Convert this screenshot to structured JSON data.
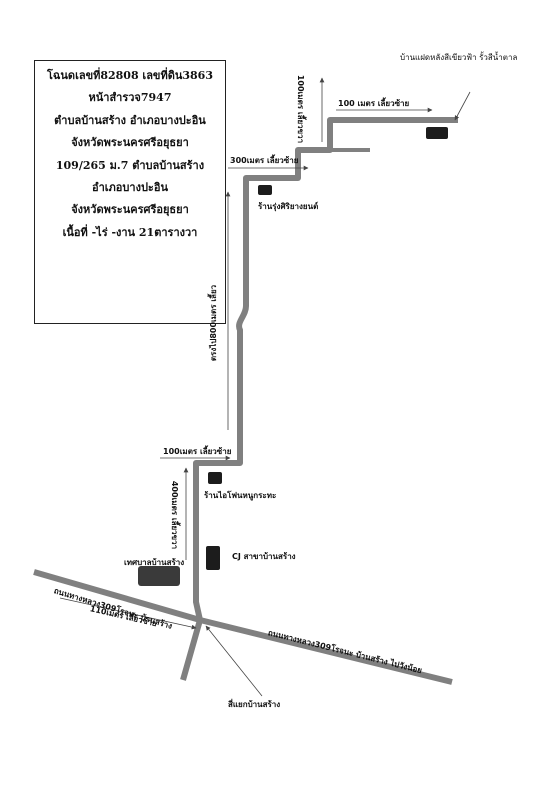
{
  "info": {
    "title": "โฉนดเลขที่82808 เลขที่ดิน3863",
    "survey_page": "หน้าสำรวจ7947",
    "subdistrict": "ตำบลบ้านสร้าง อำเภอบางปะอิน",
    "province": "จังหวัดพระนครศรีอยุธยา",
    "address": "109/265 ม.7 ตำบลบ้านสร้าง",
    "district": "อำเภอบางปะอิน",
    "province2": "จังหวัดพระนครศรีอยุธยา",
    "area": "เนื้อที่ -ไร่ -งาน 21ตารางวา"
  },
  "labels": {
    "destination": "บ้านแฝดหลังสีเขียวฟ้า รั้วสีน้ำตาล",
    "left_100_top": "100 เมตร เลี้ยวซ้าย",
    "right_100_vertical": "100เมตร เลี้ยวขวา",
    "left_300": "300เมตร เลี้ยวซ้าย",
    "shop_rungsiri": "ร้านรุ่งศิริยางยนต์",
    "straight_800": "ตรงไป800เมตร เลี้ยว",
    "left_100_mid": "100เมตร เลี้ยวซ้าย",
    "shop_iphone": "ร้านไอโฟนหนูกระทะ",
    "right_400_vertical": "400เมตร เลี้ยวขวา",
    "cj_store": "CJ สาขาบ้านสร้าง",
    "municipality": "เทศบาลบ้านสร้าง",
    "road_left": "ถนนทางหลวง309โรจนะ บ้านสร้าง",
    "left_110": "110เมตร เลี้ยวซ้าย",
    "road_right": "ถนนทางหลวง309โรจนะ บ้านสร้าง ไปวังน้อย",
    "intersection": "สี่แยกบ้านสร้าง"
  },
  "colors": {
    "road": "#808080",
    "marker": "#1c1c1c",
    "arrow": "#555555"
  }
}
